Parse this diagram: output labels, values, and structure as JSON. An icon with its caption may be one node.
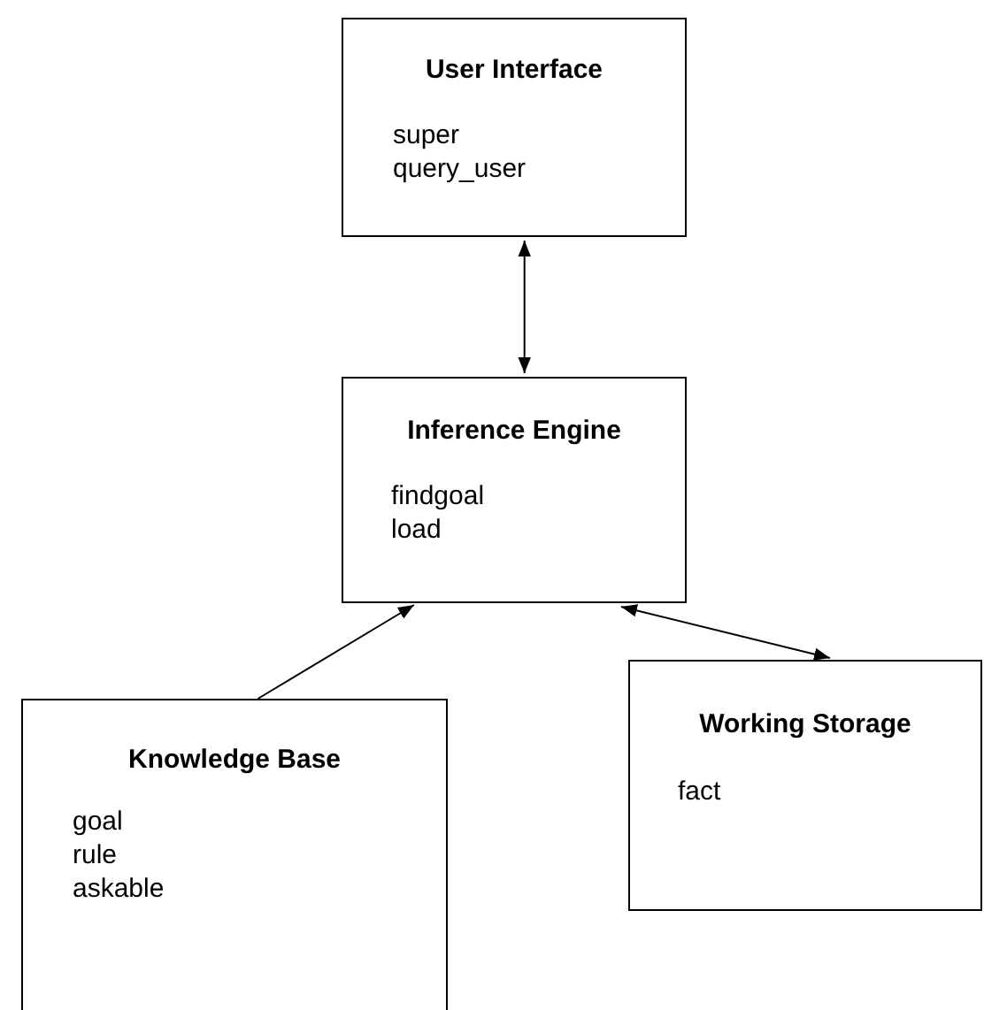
{
  "diagram": {
    "nodes": [
      {
        "text": [
          "User Interface",
          "super",
          "query_user"
        ]
      },
      {
        "text": [
          "Inference Engine",
          "findgoal",
          "load"
        ]
      },
      {
        "text": [
          "Knowledge Base",
          "goal",
          "rule",
          "askable"
        ]
      },
      {
        "text": [
          "Working Storage",
          "fact"
        ]
      }
    ],
    "edges": [
      {
        "from": 0,
        "to": 1,
        "arrow": "both"
      },
      {
        "from": 2,
        "to": 1,
        "arrow": "to"
      },
      {
        "from": 1,
        "to": 3,
        "arrow": "both"
      }
    ]
  }
}
